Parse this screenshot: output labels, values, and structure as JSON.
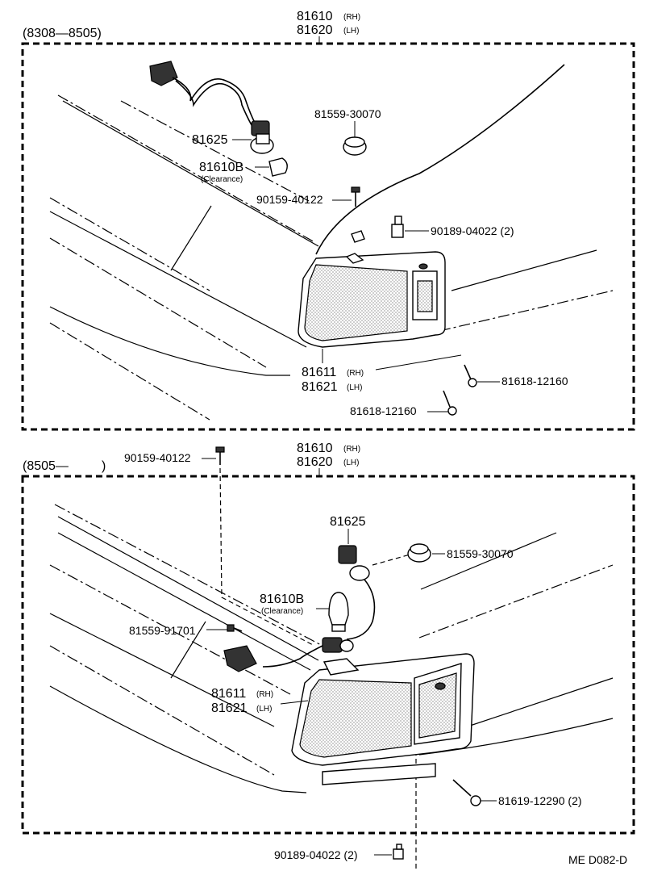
{
  "top_section": {
    "date_range": "(8308—8505)",
    "assembly_rh": "81610",
    "assembly_rh_side": "(RH)",
    "assembly_lh": "81620",
    "assembly_lh_side": "(LH)",
    "socket": "81625",
    "bulb": "81610B",
    "bulb_note": "(Clearance)",
    "grommet": "81559-30070",
    "screw": "90159-40122",
    "nut": "90189-04022 (2)",
    "lens_rh": "81611",
    "lens_rh_side": "(RH)",
    "lens_lh": "81621",
    "lens_lh_side": "(LH)",
    "screw_a": "81618-12160",
    "screw_b": "81618-12160"
  },
  "bottom_section": {
    "date_range": "(8505—",
    "date_range_close": ")",
    "screw_top": "90159-40122",
    "assembly_rh": "81610",
    "assembly_rh_side": "(RH)",
    "assembly_lh": "81620",
    "assembly_lh_side": "(LH)",
    "socket": "81625",
    "grommet": "81559-30070",
    "bulb": "81610B",
    "bulb_note": "(Clearance)",
    "clip": "81559-91701",
    "lens_rh": "81611",
    "lens_rh_side": "(RH)",
    "lens_lh": "81621",
    "lens_lh_side": "(LH)",
    "screw_bottom": "81619-12290 (2)",
    "nut": "90189-04022 (2)"
  },
  "footer": {
    "code": "ME  D082-D"
  }
}
